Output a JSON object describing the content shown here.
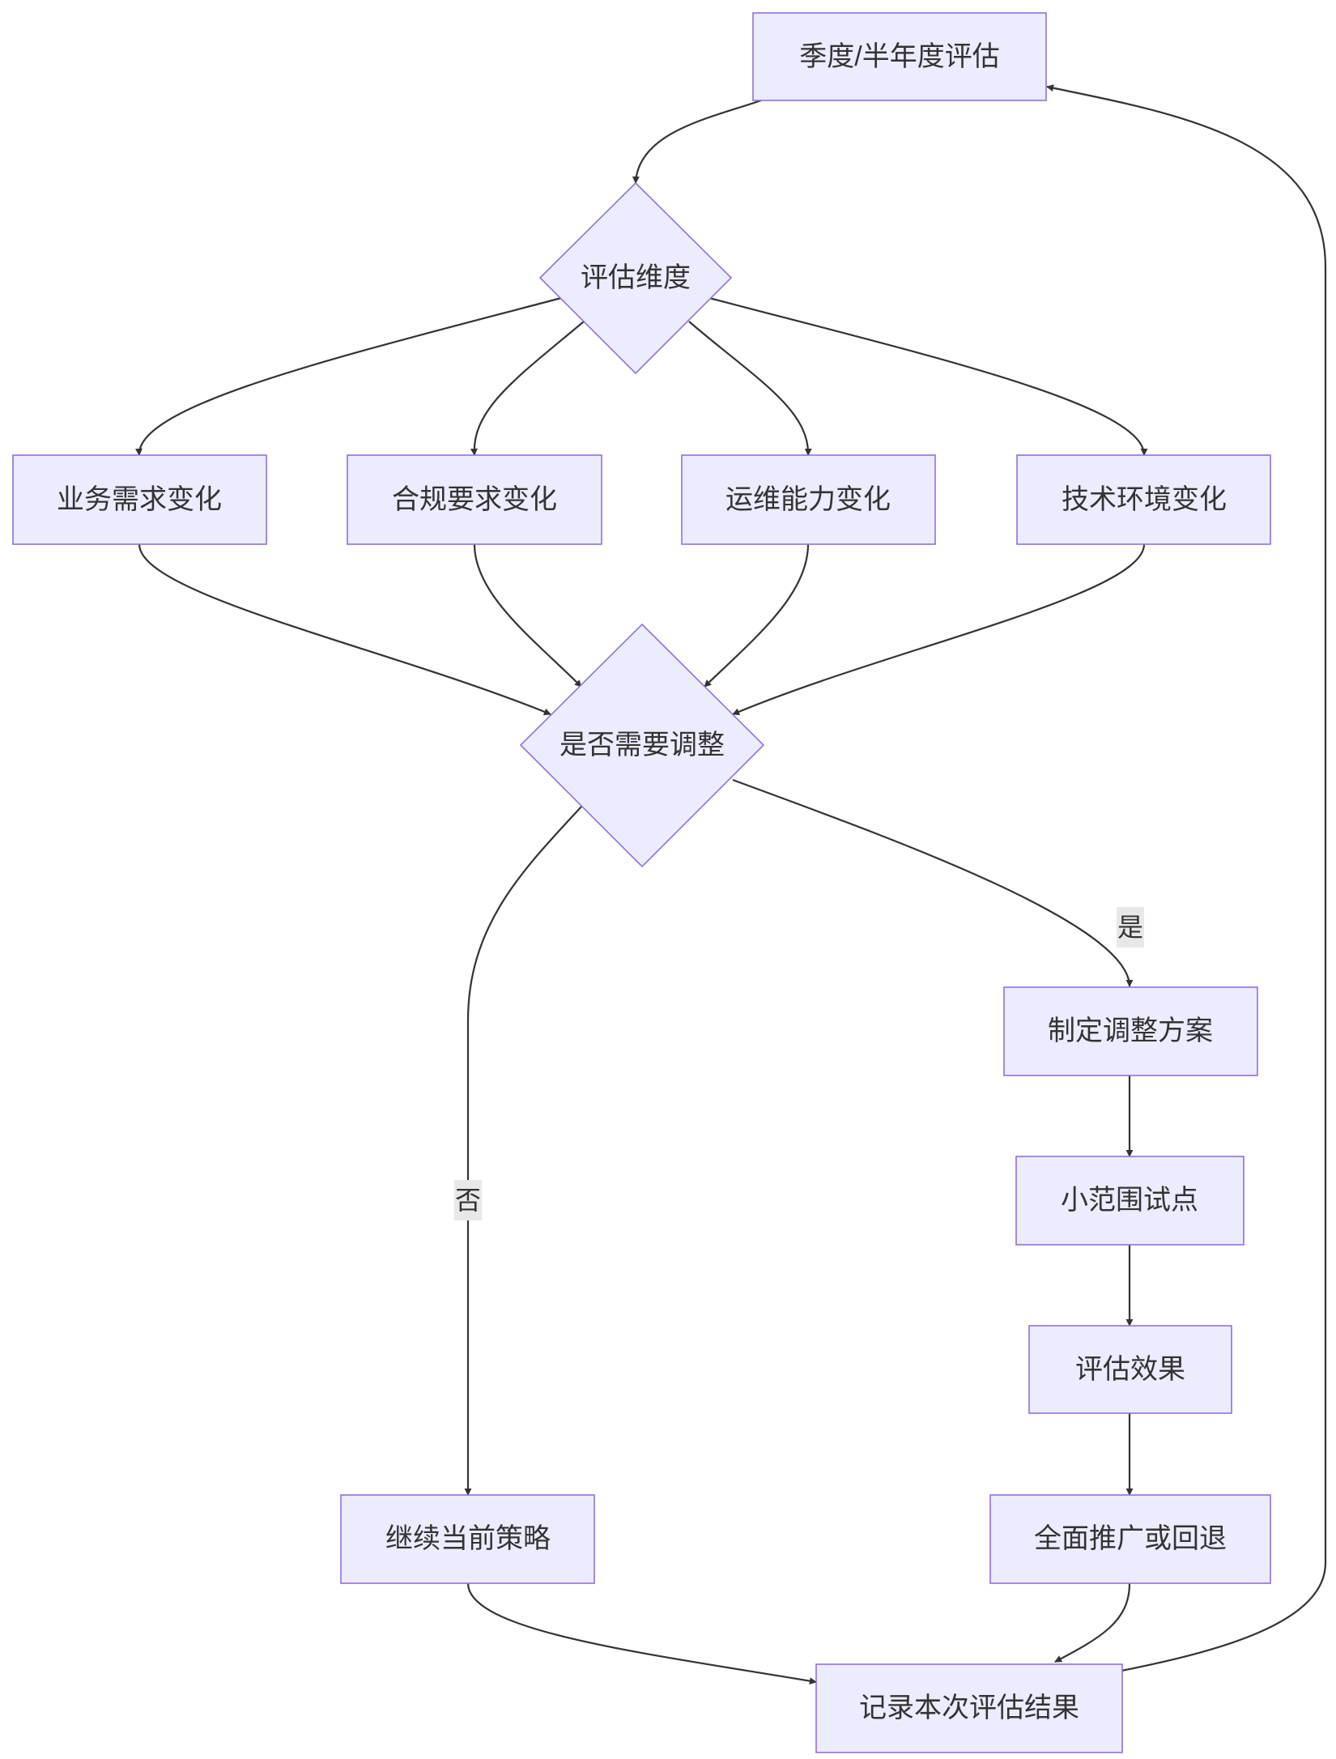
{
  "diagram": {
    "nodes": {
      "quarterly_review": "季度/半年度评估",
      "dimensions": "评估维度",
      "business_change": "业务需求变化",
      "compliance_change": "合规要求变化",
      "ops_change": "运维能力变化",
      "tech_change": "技术环境变化",
      "need_adjust": "是否需要调整",
      "make_plan": "制定调整方案",
      "pilot": "小范围试点",
      "evaluate_effect": "评估效果",
      "rollout_or_rollback": "全面推广或回退",
      "continue_strategy": "继续当前策略",
      "record_result": "记录本次评估结果"
    },
    "edge_labels": {
      "yes": "是",
      "no": "否"
    },
    "colors": {
      "node_fill": "#ECECFF",
      "node_stroke": "#9370DB",
      "edge": "#333333",
      "text": "#333333",
      "label_bg": "#e8e8e8"
    }
  }
}
